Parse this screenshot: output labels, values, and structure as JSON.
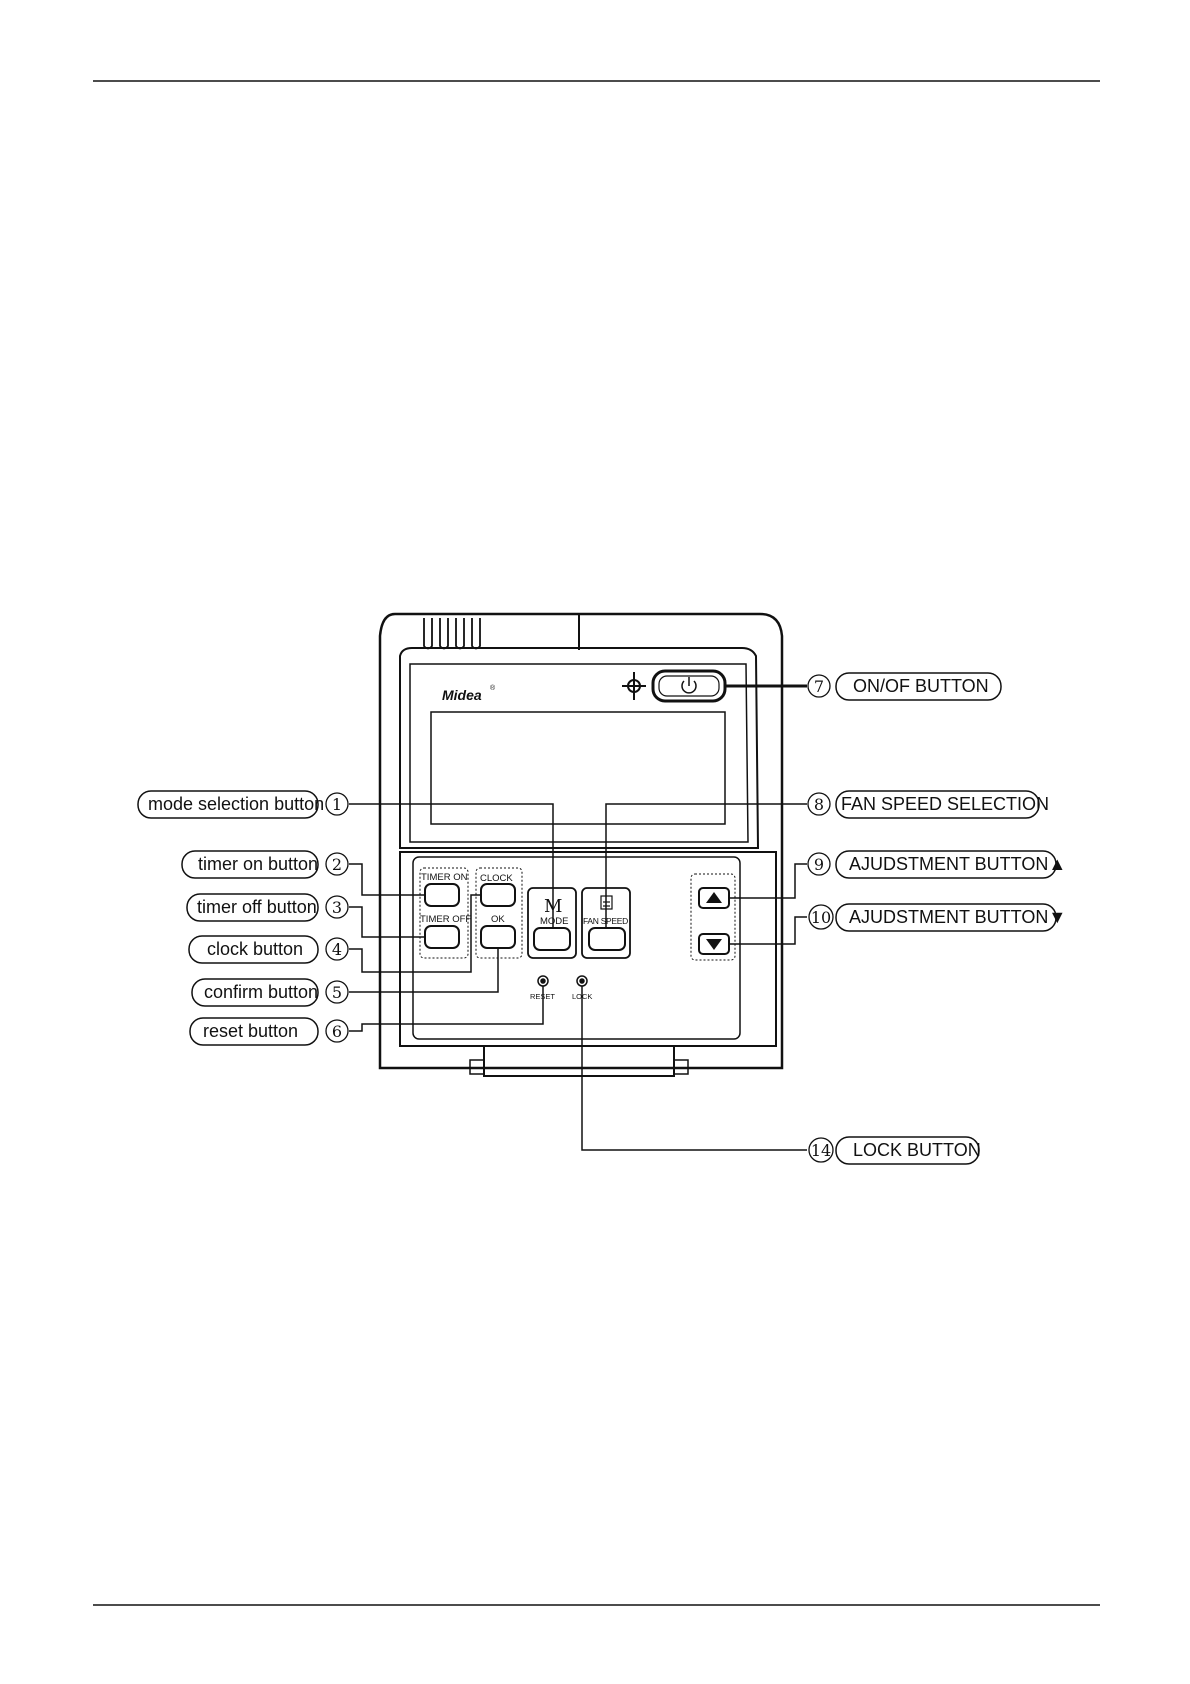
{
  "device": {
    "brand": "Midea",
    "buttons": {
      "timer_on": "TIMER ON",
      "timer_off": "TIMER OFF",
      "clock": "CLOCK",
      "ok": "OK",
      "mode_glyph": "M",
      "mode": "MODE",
      "fan_speed": "FAN SPEED",
      "reset": "RESET",
      "lock": "LOCK"
    }
  },
  "callouts": {
    "left": [
      {
        "number": "1",
        "label": "mode selection button"
      },
      {
        "number": "2",
        "label": "timer on button"
      },
      {
        "number": "3",
        "label": "timer off button"
      },
      {
        "number": "4",
        "label": "clock button"
      },
      {
        "number": "5",
        "label": "confirm button"
      },
      {
        "number": "6",
        "label": "reset button"
      }
    ],
    "right": [
      {
        "number": "7",
        "label": "ON/OF BUTTON"
      },
      {
        "number": "8",
        "label": "FAN SPEED SELECTION"
      },
      {
        "number": "9",
        "label": "AJUDSTMENT BUTTON▲"
      },
      {
        "number": "10",
        "label": "AJUDSTMENT BUTTON▼"
      },
      {
        "number": "14",
        "label": "LOCK BUTTON"
      }
    ]
  },
  "colors": {
    "ink": "#111111",
    "paper": "#ffffff"
  }
}
